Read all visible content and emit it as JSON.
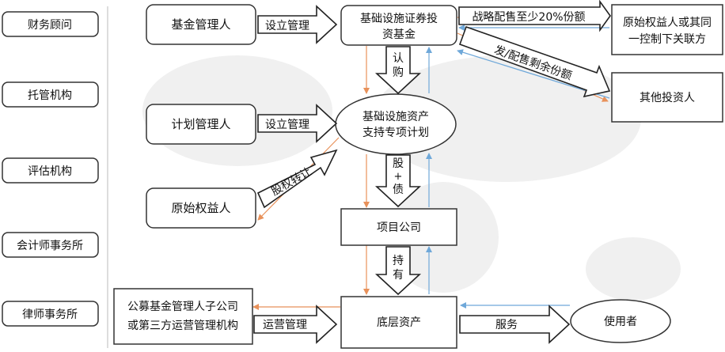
{
  "roles": [
    "财务顾问",
    "托管机构",
    "评估机构",
    "会计师事务所",
    "律师事务所"
  ],
  "nodes": {
    "fund_manager": "基金管理人",
    "reit_fund_line1": "基础设施证券投",
    "reit_fund_line2": "资基金",
    "original_owner_top_line1": "原始权益人或其同",
    "original_owner_top_line2": "一控制下关联方",
    "other_investors": "其他投资人",
    "plan_manager": "计划管理人",
    "abs_plan_line1": "基础设施资产",
    "abs_plan_line2": "支持专项计划",
    "original_owner": "原始权益人",
    "project_company": "项目公司",
    "operator_line1": "公募基金管理人子公司",
    "operator_line2": "或第三方运营管理机构",
    "underlying_asset": "底层资产",
    "users": "使用者"
  },
  "edge_labels": {
    "establish_fund": "设立管理",
    "strategic_placement": "战略配售至少20%份额",
    "remaining_placement": "发/配售剩余份额",
    "subscribe_1": "认",
    "subscribe_2": "购",
    "establish_plan": "设立管理",
    "equity_transfer": "股权转让",
    "equity_debt_1": "股",
    "equity_debt_2": "+",
    "equity_debt_3": "债",
    "hold_1": "持",
    "hold_2": "有",
    "operation_mgmt": "运营管理",
    "service": "服务"
  },
  "colors": {
    "orange_flow": "#e8915a",
    "blue_flow": "#6fa8d9",
    "box_border": "#333333",
    "divider": "#bbbbbb"
  }
}
